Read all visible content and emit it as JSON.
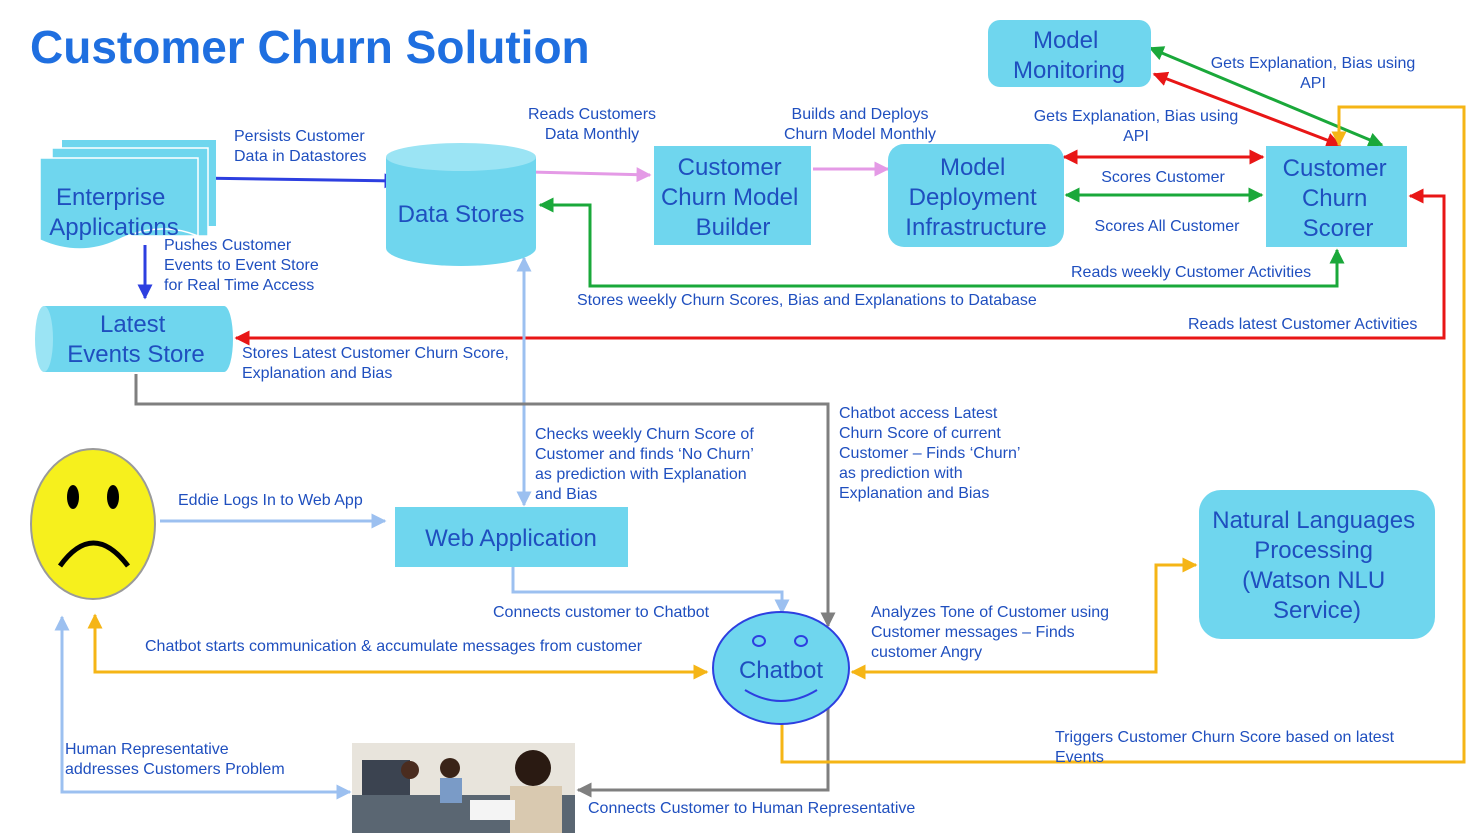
{
  "title": "Customer Churn Solution",
  "colors": {
    "title": "#1f6fe0",
    "box_fill": "#6fd6ee",
    "label_text": "#1f4fbf",
    "arrow_blue": "#2d3fe0",
    "arrow_light_blue": "#9cc0f0",
    "arrow_pink": "#e49ae6",
    "arrow_red": "#e81616",
    "arrow_green": "#1aa83a",
    "arrow_gray": "#7f7f7f",
    "arrow_orange": "#f5b516"
  },
  "nodes": {
    "enterprise_apps": [
      "Enterprise",
      "Applications"
    ],
    "data_stores": [
      "Data Stores"
    ],
    "churn_model_builder": [
      "Customer",
      "Churn Model",
      "Builder"
    ],
    "model_deployment": [
      "Model",
      "Deployment",
      "Infrastructure"
    ],
    "churn_scorer": [
      "Customer",
      "Churn",
      "Scorer"
    ],
    "model_monitoring": [
      "Model",
      "Monitoring"
    ],
    "latest_events_store": [
      "Latest",
      "Events Store"
    ],
    "web_application": [
      "Web Application"
    ],
    "chatbot": [
      "Chatbot"
    ],
    "nlu_service": [
      "Natural Languages",
      "Processing",
      "(Watson NLU",
      "Service)"
    ]
  },
  "edge_labels": {
    "persists": [
      "Persists Customer",
      "Data in Datastores"
    ],
    "reads_monthly": [
      "Reads Customers",
      "Data Monthly"
    ],
    "builds_deploys": [
      "Builds and Deploys",
      "Churn Model Monthly"
    ],
    "gets_explanation_top": [
      "Gets Explanation, Bias using",
      "API"
    ],
    "gets_explanation_mid": [
      "Gets Explanation, Bias using",
      "API"
    ],
    "scores_customer": [
      "Scores Customer"
    ],
    "scores_all": [
      "Scores All Customer"
    ],
    "reads_weekly": [
      "Reads weekly Customer Activities"
    ],
    "stores_weekly": [
      "Stores weekly Churn Scores, Bias and Explanations to Database"
    ],
    "pushes_events": [
      "Pushes Customer",
      "Events to Event Store",
      "for Real Time Access"
    ],
    "reads_latest": [
      "Reads latest Customer Activities"
    ],
    "stores_latest": [
      "Stores Latest Customer Churn Score,",
      "Explanation and Bias"
    ],
    "checks_weekly": [
      "Checks weekly Churn Score of",
      "Customer and finds ‘No Churn’",
      "as prediction with Explanation",
      "and Bias"
    ],
    "chatbot_access": [
      "Chatbot access Latest",
      "Churn Score of current",
      "Customer – Finds ‘Churn’",
      "as prediction with",
      "Explanation and Bias"
    ],
    "eddie_logs": [
      "Eddie Logs In to Web App"
    ],
    "connects_chatbot": [
      "Connects customer to Chatbot"
    ],
    "analyzes_tone": [
      "Analyzes Tone of Customer using",
      "Customer messages – Finds",
      "customer Angry"
    ],
    "chatbot_starts": [
      "Chatbot starts communication & accumulate messages from customer"
    ],
    "triggers": [
      "Triggers Customer Churn Score based on latest",
      "Events"
    ],
    "human_rep": [
      "Human Representative",
      "addresses Customers Problem"
    ],
    "connects_human": [
      "Connects Customer to Human Representative"
    ]
  },
  "icons": {
    "customer": "sad-face-icon",
    "representatives": "call-center-photo"
  }
}
